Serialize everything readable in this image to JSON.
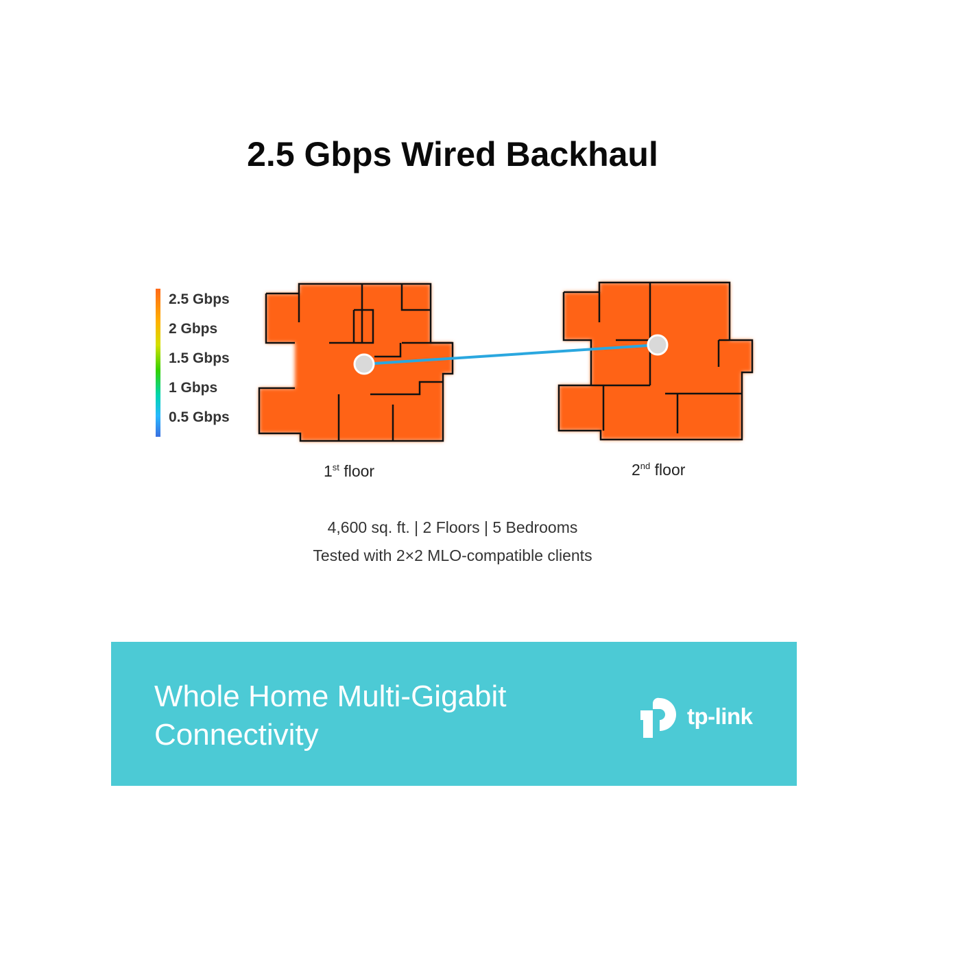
{
  "title": "2.5 Gbps Wired Backhaul",
  "legend": {
    "labels": [
      "2.5 Gbps",
      "2 Gbps",
      "1.5 Gbps",
      "1 Gbps",
      "0.5 Gbps"
    ]
  },
  "floors": [
    {
      "num": "1",
      "suffix": "st",
      "label": "floor"
    },
    {
      "num": "2",
      "suffix": "nd",
      "label": "floor"
    }
  ],
  "info": {
    "line1": "4,600 sq. ft. | 2 Floors | 5 Bedrooms",
    "line2": "Tested with 2×2 MLO-compatible clients"
  },
  "banner": {
    "line1": "Whole Home Multi-Gigabit",
    "line2": "Connectivity",
    "brand": "tp-link"
  },
  "colors": {
    "coverage": "#ff6419",
    "banner": "#4ccad5",
    "link_line": "#2aa7df",
    "node": "#d9d9d9"
  }
}
